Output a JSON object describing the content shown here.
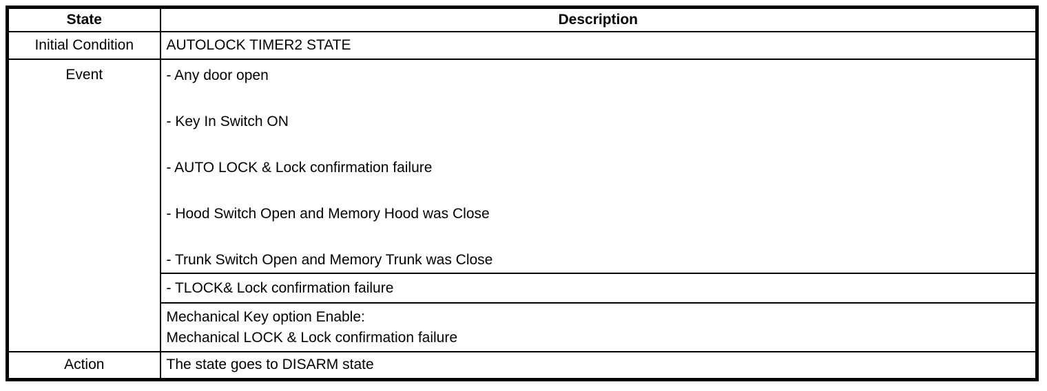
{
  "table": {
    "headers": {
      "state": "State",
      "description": "Description"
    },
    "rows": {
      "initial_condition": {
        "label": "Initial Condition",
        "value": "AUTOLOCK TIMER2 STATE"
      },
      "event": {
        "label": "Event",
        "bullet_items": [
          "- Any door open",
          "- Key In Switch ON",
          "- AUTO LOCK & Lock confirmation failure",
          "- Hood Switch Open and Memory Hood was Close",
          "- Trunk Switch Open and Memory Trunk was Close"
        ],
        "tlock_item": "- TLOCK& Lock confirmation failure",
        "mechanical_lines": [
          "Mechanical Key option Enable:",
          "Mechanical LOCK & Lock confirmation failure"
        ]
      },
      "action": {
        "label": "Action",
        "value": "The state goes to DISARM state"
      }
    }
  }
}
